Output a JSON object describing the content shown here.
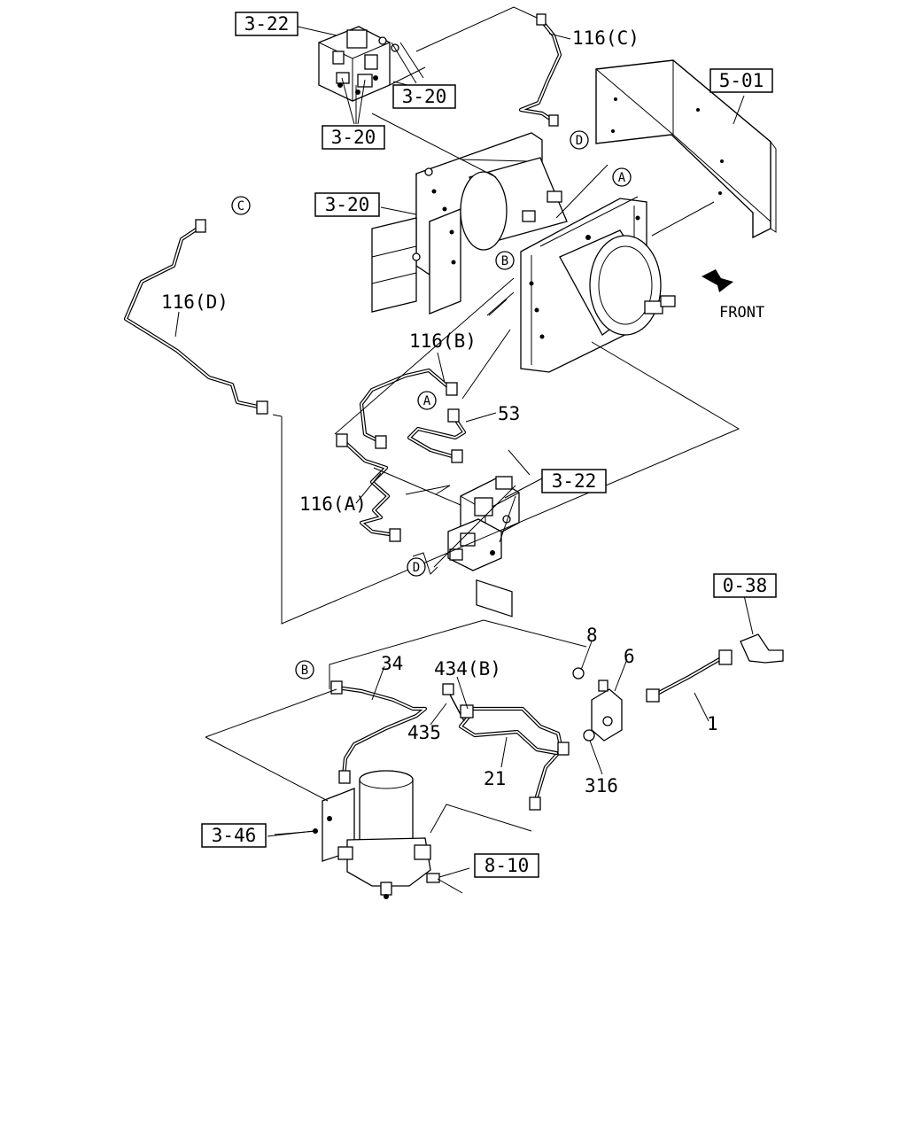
{
  "refs": {
    "r322_top": "3-22",
    "r320_a": "3-20",
    "r320_b": "3-20",
    "r320_c": "3-20",
    "r501": "5-01",
    "r322_mid": "3-22",
    "r038": "0-38",
    "r346": "3-46",
    "r810": "8-10"
  },
  "parts": {
    "p116c": "116(C)",
    "p116d": "116(D)",
    "p116b": "116(B)",
    "p116a": "116(A)",
    "p53": "53",
    "p34": "34",
    "p434b": "434(B)",
    "p435": "435",
    "p21": "21",
    "p8": "8",
    "p6": "6",
    "p1": "1",
    "p316": "316"
  },
  "markers": {
    "a1": "A",
    "a2": "A",
    "b1": "B",
    "b2": "B",
    "c1": "C",
    "d1": "D",
    "d2": "D"
  },
  "front": "FRONT"
}
